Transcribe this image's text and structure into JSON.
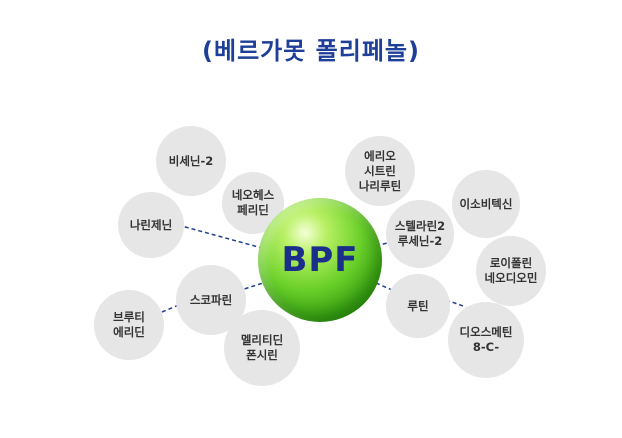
{
  "title": "(베르가못 폴리페놀)",
  "center_label": "BPF",
  "nodes": [
    {
      "label": "비세닌-2"
    },
    {
      "label": "네오헤스\n페리딘"
    },
    {
      "label": "에리오\n시트린\n나리루틴"
    },
    {
      "label": "이소비텍신"
    },
    {
      "label": "나린제닌"
    },
    {
      "label": "스텔라린2\n루세닌-2"
    },
    {
      "label": "로이폴린\n네오디오민"
    },
    {
      "label": "스코파린"
    },
    {
      "label": "브루티\n에리딘"
    },
    {
      "label": "루틴"
    },
    {
      "label": "디오스메틴\n8-C-"
    },
    {
      "label": "멜리티딘\n폰시린"
    }
  ],
  "colors": {
    "title": "#1d3f98",
    "bubble": "#e6e6e6",
    "connector": "#1f3f8f",
    "center_text": "#1a2f8a"
  }
}
